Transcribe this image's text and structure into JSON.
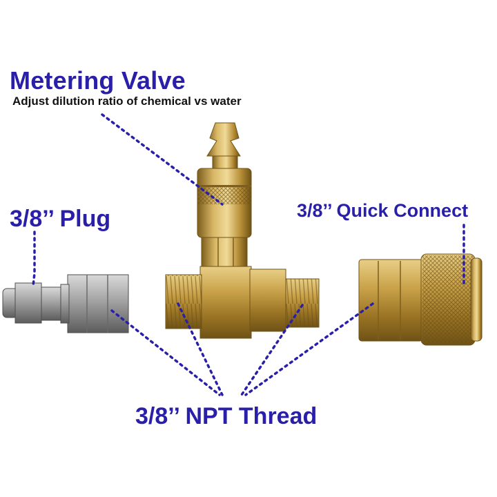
{
  "annotations": {
    "title": "Metering Valve",
    "subtitle": "Adjust dilution ratio of chemical vs water",
    "plug_label": "3/8’’ Plug",
    "quick_connect_label": "3/8’’ Quick Connect",
    "thread_label": "3/8’’ NPT Thread"
  },
  "colors": {
    "label_text": "#2a1fa8",
    "leader_line": "#2a1fa8",
    "brass": "#c9a24a",
    "steel": "#a6a6a6"
  },
  "objects": [
    "metering-valve-tee",
    "stainless-plug",
    "brass-quick-connect-coupler"
  ]
}
